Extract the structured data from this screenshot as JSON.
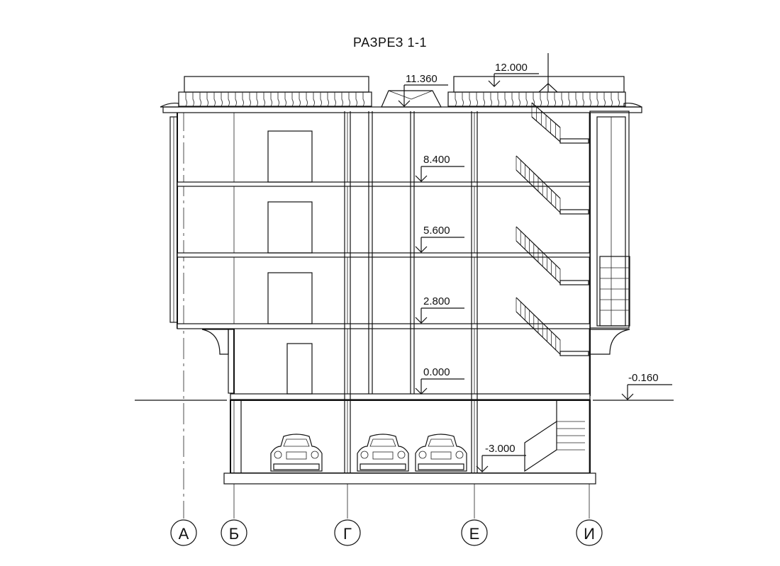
{
  "title": "РАЗРЕЗ 1-1",
  "levels": [
    {
      "label": "12.000",
      "kind": "roof-top"
    },
    {
      "label": "11.360",
      "kind": "parapet"
    },
    {
      "label": "8.400",
      "kind": "floor"
    },
    {
      "label": "5.600",
      "kind": "floor"
    },
    {
      "label": "2.800",
      "kind": "floor"
    },
    {
      "label": "0.000",
      "kind": "floor"
    },
    {
      "label": "-0.160",
      "kind": "ground"
    },
    {
      "label": "-3.000",
      "kind": "basement"
    }
  ],
  "axes": [
    "А",
    "Б",
    "Г",
    "Е",
    "И"
  ],
  "colors": {
    "line": "#111111",
    "background": "#ffffff"
  },
  "icons": [
    "car-icon",
    "car-icon",
    "car-icon"
  ]
}
